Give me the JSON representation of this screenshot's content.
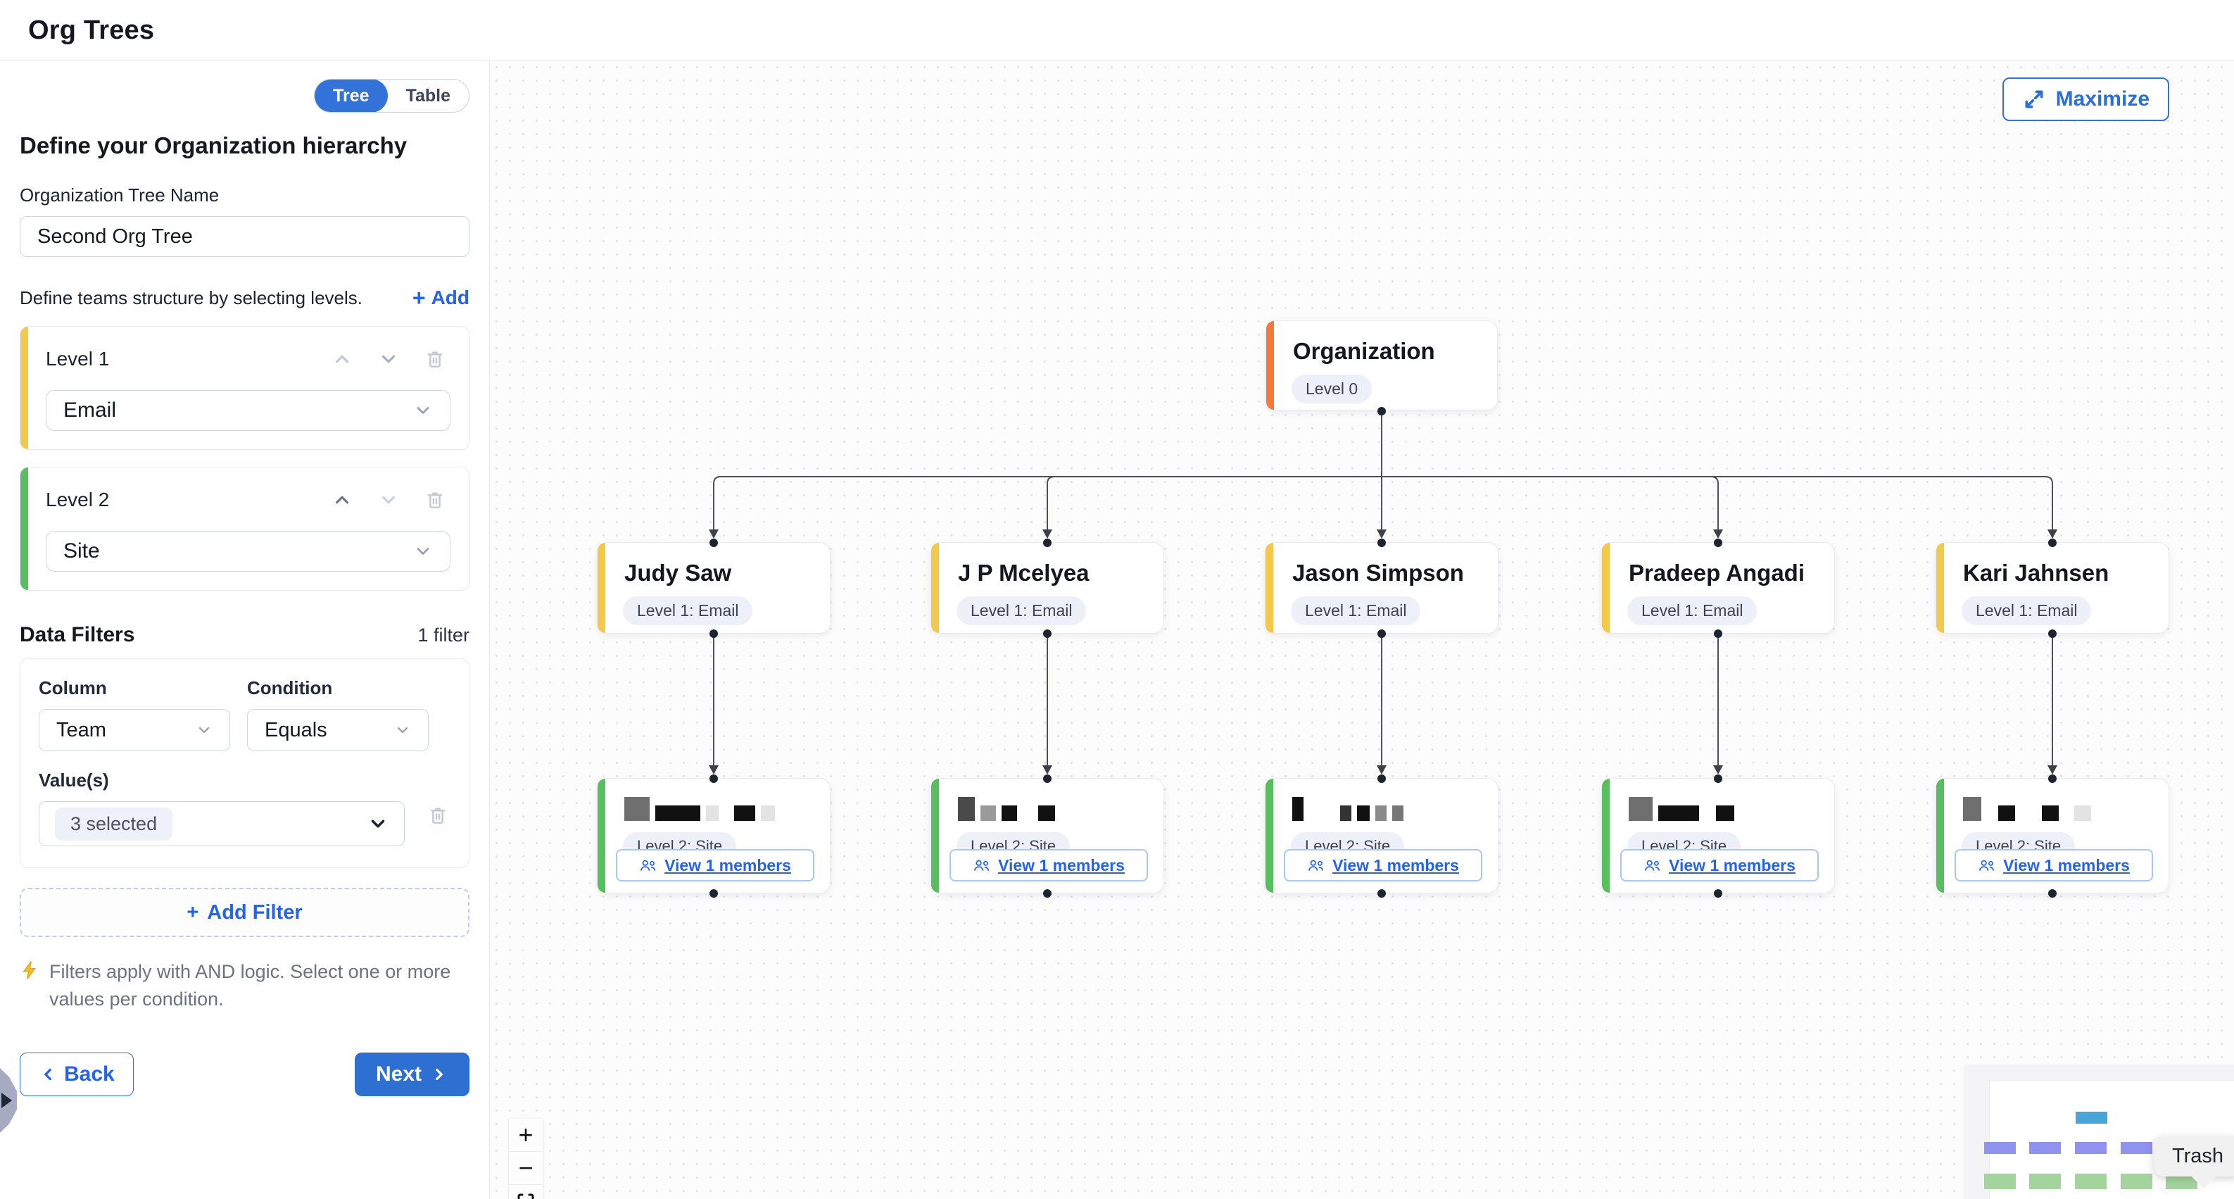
{
  "header": {
    "title": "Org Trees"
  },
  "sidebar": {
    "view_toggle": {
      "tree_label": "Tree",
      "table_label": "Table",
      "active": "Tree"
    },
    "heading": "Define your Organization hierarchy",
    "tree_name": {
      "label": "Organization Tree Name",
      "value": "Second Org Tree"
    },
    "levels_section": {
      "hint": "Define teams structure by selecting levels.",
      "add_label": "Add",
      "add_icon": "plus-icon"
    },
    "levels": [
      {
        "label": "Level 1",
        "value": "Email",
        "accent_color": "#f2c94d"
      },
      {
        "label": "Level 2",
        "value": "Site",
        "accent_color": "#57bf5f"
      }
    ],
    "filters_section": {
      "title": "Data Filters",
      "count_label": "1 filter",
      "column_label": "Column",
      "condition_label": "Condition",
      "values_label": "Value(s)",
      "filter": {
        "column": "Team",
        "condition": "Equals",
        "values": "3 selected"
      },
      "add_filter_label": "Add Filter",
      "note": "Filters apply with AND logic. Select one or more values per condition."
    },
    "back_label": "Back",
    "next_label": "Next"
  },
  "canvas": {
    "maximize_label": "Maximize",
    "root": {
      "name": "Organization",
      "badge": "Level 0",
      "accent_color": "#f4793b"
    },
    "children": [
      {
        "name": "Judy Saw",
        "badge": "Level 1: Email",
        "accent_color": "#f2c94d"
      },
      {
        "name": "J P Mcelyea",
        "badge": "Level 1: Email",
        "accent_color": "#f2c94d"
      },
      {
        "name": "Jason Simpson",
        "badge": "Level 1: Email",
        "accent_color": "#f2c94d"
      },
      {
        "name": "Pradeep Angadi",
        "badge": "Level 1: Email",
        "accent_color": "#f2c94d"
      },
      {
        "name": "Kari Jahnsen",
        "badge": "Level 1: Email",
        "accent_color": "#f2c94d"
      }
    ],
    "leaves": [
      {
        "badge": "Level 2: Site",
        "button_label": "View 1 members",
        "name_redacted": true,
        "accent_color": "#57bf5f"
      },
      {
        "badge": "Level 2: Site",
        "button_label": "View 1 members",
        "name_redacted": true,
        "accent_color": "#57bf5f"
      },
      {
        "badge": "Level 2: Site",
        "button_label": "View 1 members",
        "name_redacted": true,
        "accent_color": "#57bf5f"
      },
      {
        "badge": "Level 2: Site",
        "button_label": "View 1 members",
        "name_redacted": true,
        "accent_color": "#57bf5f"
      },
      {
        "badge": "Level 2: Site",
        "button_label": "View 1 members",
        "name_redacted": true,
        "accent_color": "#57bf5f"
      }
    ],
    "zoom_controls": {
      "zoom_in": "+",
      "zoom_out": "−"
    },
    "trash_tooltip": "Trash",
    "minimap_colors": {
      "root": "#49a4d9",
      "level1": "#8f93ef",
      "level2": "#a3d49e"
    }
  },
  "colors": {
    "primary_blue": "#2e6fd2",
    "link_blue": "#2563eb",
    "accent_orange": "#f4793b",
    "accent_yellow": "#f2c94d",
    "accent_green": "#57bf5f",
    "edge": "#4f4f55"
  }
}
